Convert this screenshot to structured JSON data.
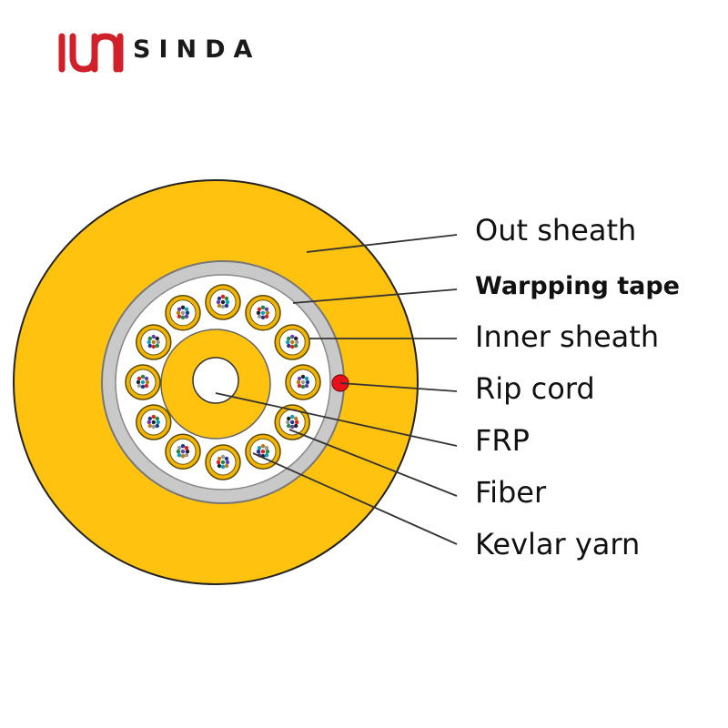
{
  "brand": {
    "name": "SINDA",
    "mark_color": "#d0202a"
  },
  "colors": {
    "yellow": "#ffc20e",
    "gray": "#c9c9c9",
    "gray_edge": "#8a8a8a",
    "tube_yellow": "#f2b400",
    "rip_cord": "#e8111b",
    "leader": "#333333"
  },
  "labels": [
    {
      "id": "out-sheath",
      "text": "Out sheath",
      "bold": false
    },
    {
      "id": "warpping-tape",
      "text": "Warpping tape",
      "bold": true
    },
    {
      "id": "inner-sheath",
      "text": "Inner sheath",
      "bold": false
    },
    {
      "id": "rip-cord",
      "text": "Rip cord",
      "bold": false
    },
    {
      "id": "frp",
      "text": "FRP",
      "bold": false
    },
    {
      "id": "fiber",
      "text": "Fiber",
      "bold": false
    },
    {
      "id": "kevlar-yarn",
      "text": "Kevlar yarn",
      "bold": false
    }
  ],
  "tube_count": 12
}
